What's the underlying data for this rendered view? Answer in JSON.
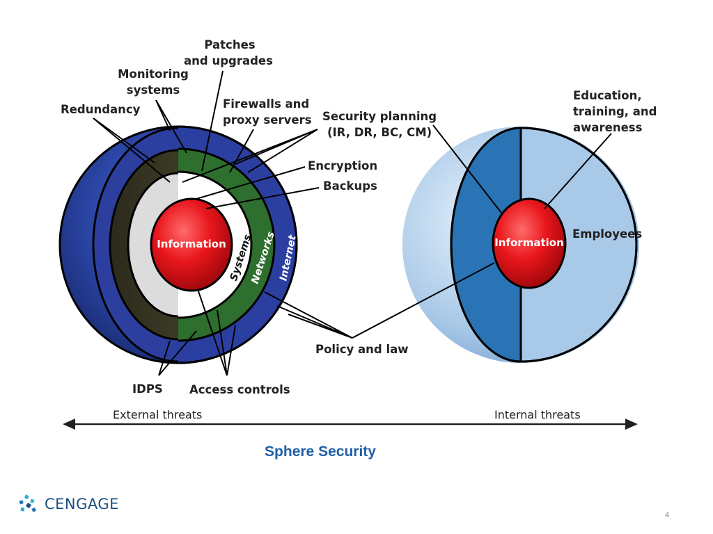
{
  "labels": {
    "patches": [
      "Patches",
      "and upgrades"
    ],
    "monitoring": [
      "Monitoring",
      "systems"
    ],
    "redundancy": "Redundancy",
    "firewalls": [
      "Firewalls and",
      "proxy servers"
    ],
    "security_planning": [
      "Security planning",
      "(IR, DR, BC, CM)"
    ],
    "encryption": "Encryption",
    "backups": "Backups",
    "education": [
      "Education,",
      "training, and",
      "awareness"
    ],
    "employees": "Employees",
    "policy": "Policy and law",
    "idps": "IDPS",
    "access_controls": "Access controls",
    "external_threats": "External threats",
    "internal_threats": "Internal threats"
  },
  "left_sphere": {
    "core": "Information",
    "systems": "Systems",
    "networks": "Networks",
    "internet": "Internet"
  },
  "right_sphere": {
    "core": "Information"
  },
  "caption": "Sphere Security",
  "logo_text": "CENGAGE",
  "page_number": "4",
  "colors": {
    "internet": "#2b3fa0",
    "networks": "#2e6e2e",
    "systems_white": "#ffffff",
    "core_red": "#e0161c",
    "right_outer": "#a9c9e8",
    "right_employees": "#2a73b5",
    "caption": "#1f5fa8"
  }
}
